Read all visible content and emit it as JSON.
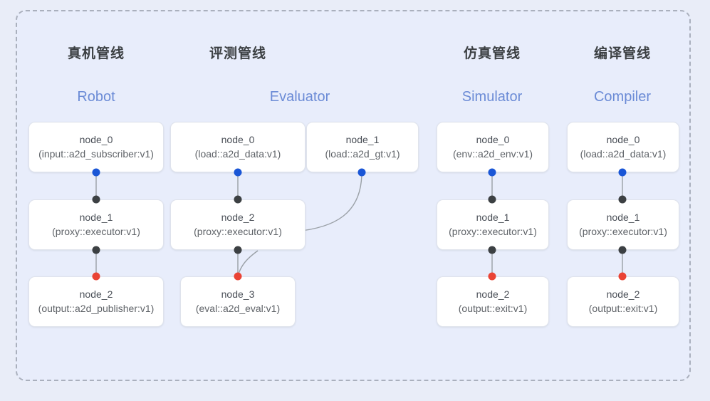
{
  "diagram": {
    "title_visible": false,
    "colors": {
      "page_background": "#e9edf8",
      "panel_background": "#e8edfb",
      "panel_border": "#aab0bd",
      "node_background": "#ffffff",
      "node_border": "#dfe3ec",
      "header_text": "#3c4043",
      "subtitle_text": "#6b8bd6",
      "port_blue": "#1a56d6",
      "port_black": "#3c4043",
      "port_red": "#ea4335",
      "edge_line": "#9aa0a6"
    },
    "columns": [
      {
        "id": "robot",
        "header": "真机管线",
        "subtitle": "Robot",
        "nodes": [
          {
            "id": "robot-node-0",
            "title": "node_0",
            "subtitle": "(input::a2d_subscriber:v1)"
          },
          {
            "id": "robot-node-1",
            "title": "node_1",
            "subtitle": "(proxy::executor:v1)"
          },
          {
            "id": "robot-node-2",
            "title": "node_2",
            "subtitle": "(output::a2d_publisher:v1)"
          }
        ]
      },
      {
        "id": "evaluator",
        "header": "评测管线",
        "subtitle": "Evaluator",
        "nodes": [
          {
            "id": "evaluator-node-0",
            "title": "node_0",
            "subtitle": "(load::a2d_data:v1)"
          },
          {
            "id": "evaluator-node-1",
            "title": "node_1",
            "subtitle": "(load::a2d_gt:v1)"
          },
          {
            "id": "evaluator-node-2",
            "title": "node_2",
            "subtitle": "(proxy::executor:v1)"
          },
          {
            "id": "evaluator-node-3",
            "title": "node_3",
            "subtitle": "(eval::a2d_eval:v1)"
          }
        ]
      },
      {
        "id": "simulator",
        "header": "仿真管线",
        "subtitle": "Simulator",
        "nodes": [
          {
            "id": "simulator-node-0",
            "title": "node_0",
            "subtitle": "(env::a2d_env:v1)"
          },
          {
            "id": "simulator-node-1",
            "title": "node_1",
            "subtitle": "(proxy::executor:v1)"
          },
          {
            "id": "simulator-node-2",
            "title": "node_2",
            "subtitle": "(output::exit:v1)"
          }
        ]
      },
      {
        "id": "compiler",
        "header": "编译管线",
        "subtitle": "Compiler",
        "nodes": [
          {
            "id": "compiler-node-0",
            "title": "node_0",
            "subtitle": "(load::a2d_data:v1)"
          },
          {
            "id": "compiler-node-1",
            "title": "node_1",
            "subtitle": "(proxy::executor:v1)"
          },
          {
            "id": "compiler-node-2",
            "title": "node_2",
            "subtitle": "(output::exit:v1)"
          }
        ]
      }
    ],
    "ports": [
      {
        "name": "robot-node-0-output",
        "color": "blue"
      },
      {
        "name": "robot-node-1-input",
        "color": "black"
      },
      {
        "name": "robot-node-1-output",
        "color": "black"
      },
      {
        "name": "robot-node-2-input",
        "color": "red"
      },
      {
        "name": "evaluator-node-0-output",
        "color": "blue"
      },
      {
        "name": "evaluator-node-1-output",
        "color": "blue"
      },
      {
        "name": "evaluator-node-2-input",
        "color": "black"
      },
      {
        "name": "evaluator-node-2-output",
        "color": "black"
      },
      {
        "name": "evaluator-node-3-input",
        "color": "red"
      },
      {
        "name": "simulator-node-0-output",
        "color": "blue"
      },
      {
        "name": "simulator-node-1-input",
        "color": "black"
      },
      {
        "name": "simulator-node-1-output",
        "color": "black"
      },
      {
        "name": "simulator-node-2-input",
        "color": "red"
      },
      {
        "name": "compiler-node-0-output",
        "color": "blue"
      },
      {
        "name": "compiler-node-1-input",
        "color": "black"
      },
      {
        "name": "compiler-node-1-output",
        "color": "black"
      },
      {
        "name": "compiler-node-2-input",
        "color": "red"
      }
    ],
    "edges": [
      {
        "name": "robot-edge-0-1",
        "from": "robot-node-0",
        "to": "robot-node-1",
        "shape": "straight"
      },
      {
        "name": "robot-edge-1-2",
        "from": "robot-node-1",
        "to": "robot-node-2",
        "shape": "straight"
      },
      {
        "name": "evaluator-edge-0-2",
        "from": "evaluator-node-0",
        "to": "evaluator-node-2",
        "shape": "straight"
      },
      {
        "name": "evaluator-edge-1-2",
        "from": "evaluator-node-1",
        "to": "evaluator-node-2",
        "shape": "curved"
      },
      {
        "name": "evaluator-edge-2-3",
        "from": "evaluator-node-2",
        "to": "evaluator-node-3",
        "shape": "straight"
      },
      {
        "name": "evaluator-edge-2-3-curve",
        "from": "evaluator-node-2",
        "to": "evaluator-node-3",
        "shape": "curved"
      },
      {
        "name": "simulator-edge-0-1",
        "from": "simulator-node-0",
        "to": "simulator-node-1",
        "shape": "straight"
      },
      {
        "name": "simulator-edge-1-2",
        "from": "simulator-node-1",
        "to": "simulator-node-2",
        "shape": "straight"
      },
      {
        "name": "compiler-edge-0-1",
        "from": "compiler-node-0",
        "to": "compiler-node-1",
        "shape": "straight"
      },
      {
        "name": "compiler-edge-1-2",
        "from": "compiler-node-1",
        "to": "compiler-node-2",
        "shape": "straight"
      }
    ]
  }
}
